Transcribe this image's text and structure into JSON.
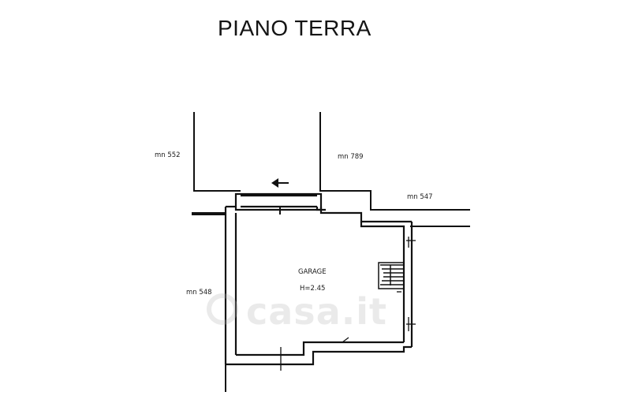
{
  "title": "PIANO TERRA",
  "room": {
    "name": "GARAGE",
    "height": "H=2.45"
  },
  "parcels": [
    {
      "key": "mn552",
      "label": "mn 552"
    },
    {
      "key": "mn789",
      "label": "mn 789"
    },
    {
      "key": "mn547",
      "label": "mn 547"
    },
    {
      "key": "mn548",
      "label": "mn 548"
    }
  ],
  "watermark": "casa.it",
  "colors": {
    "line": "#111111",
    "wall_fill": "#ffffff",
    "watermark": "#b4b4b4"
  }
}
